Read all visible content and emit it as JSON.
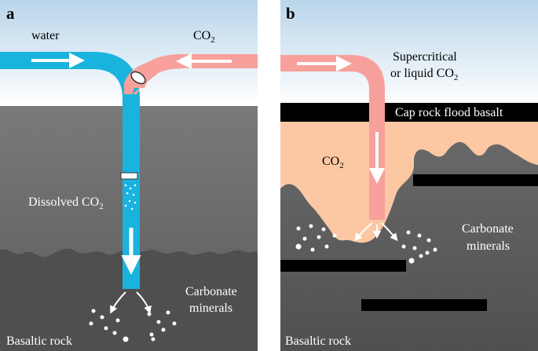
{
  "panel_a": {
    "letter": "a",
    "water_label": "water",
    "co2_label_main": "CO",
    "co2_label_sub": "2",
    "dissolved_main": "Dissolved CO",
    "dissolved_sub": "2",
    "carbonate_line1": "Carbonate",
    "carbonate_line2": "minerals",
    "basaltic_label": "Basaltic rock"
  },
  "panel_b": {
    "letter": "b",
    "supercritical_line1": "Supercritical",
    "supercritical_line2_main": "or liquid CO",
    "supercritical_line2_sub": "2",
    "caprock_label": "Cap rock flood basalt",
    "co2_label_main": "CO",
    "co2_label_sub": "2",
    "carbonate_line1": "Carbonate",
    "carbonate_line2": "minerals",
    "basaltic_label": "Basaltic rock"
  },
  "colors": {
    "sky_top": "#b9d5ea",
    "sky_bottom": "#ffffff",
    "water_pipe": "#1ab3dd",
    "co2_pipe": "#f7a09c",
    "rock_light": "#777777",
    "rock_dark": "#4f4f4f",
    "co2_plume": "#fcc8a4",
    "cap_rock": "#000000"
  }
}
